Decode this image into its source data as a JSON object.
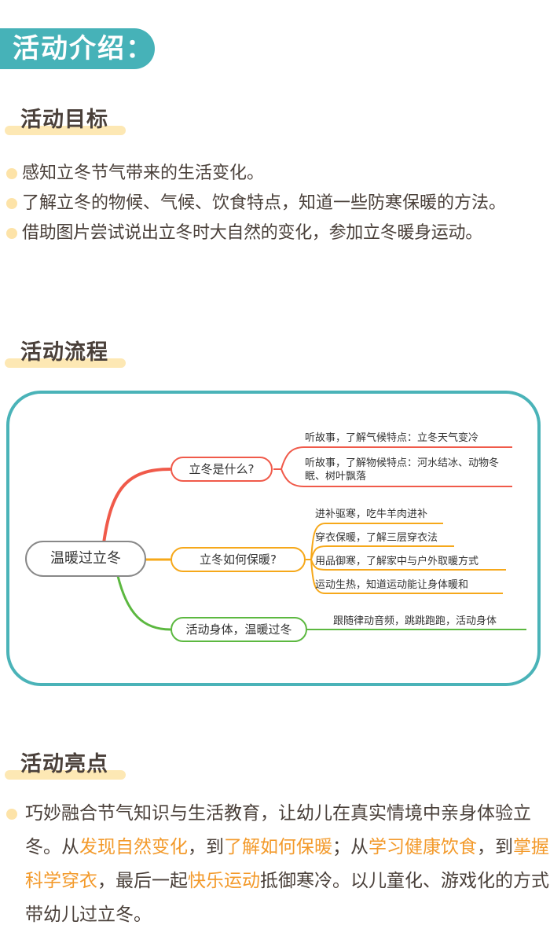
{
  "banner": {
    "title": "活动介绍："
  },
  "goals": {
    "title": "活动目标",
    "items": [
      "感知立冬节气带来的生活变化。",
      "了解立冬的物候、气候、饮食特点，知道一些防寒保暖的方法。",
      "借助图片尝试说出立冬时大自然的变化，参加立冬暖身运动。"
    ]
  },
  "process": {
    "title": "活动流程",
    "mindmap": {
      "root": "温暖过立冬",
      "branches": [
        {
          "label": "立冬是什么?",
          "color": "#f05a4a",
          "leaves": [
            "听故事，了解气候特点：立冬天气变冷",
            "听故事，了解物候特点：河水结冰、动物冬眠、树叶飘落"
          ]
        },
        {
          "label": "立冬如何保暖?",
          "color": "#f6a81a",
          "leaves": [
            "进补驱寒，吃牛羊肉进补",
            "穿衣保暖，了解三层穿衣法",
            "用品御寒，了解家中与户外取暖方式",
            "运动生热，知道运动能让身体暖和"
          ]
        },
        {
          "label": "活动身体，温暖过冬",
          "color": "#5cb840",
          "leaves": [
            "跟随律动音频，跳跳跑跑，活动身体"
          ]
        }
      ]
    }
  },
  "highlights": {
    "title": "活动亮点",
    "segments": [
      {
        "text": "巧妙融合节气知识与生活教育，让幼儿在真实情境中亲身体验立冬。从",
        "accent": false
      },
      {
        "text": "发现自然变化",
        "accent": true
      },
      {
        "text": "，到",
        "accent": false
      },
      {
        "text": "了解如何保暖",
        "accent": true
      },
      {
        "text": "；从",
        "accent": false
      },
      {
        "text": "学习健康饮食",
        "accent": true
      },
      {
        "text": "，到",
        "accent": false
      },
      {
        "text": "掌握科学穿衣",
        "accent": true
      },
      {
        "text": "，最后一起",
        "accent": false
      },
      {
        "text": "快乐运动",
        "accent": true
      },
      {
        "text": "抵御寒冷。以儿童化、游戏化的方式带幼儿过立冬。",
        "accent": false
      }
    ]
  },
  "colors": {
    "teal": "#46b2b8",
    "highlight_bar": "#fde8b4",
    "bullet_dot": "#fde3a8",
    "accent_orange": "#f39a2b",
    "text": "#4a403a"
  }
}
